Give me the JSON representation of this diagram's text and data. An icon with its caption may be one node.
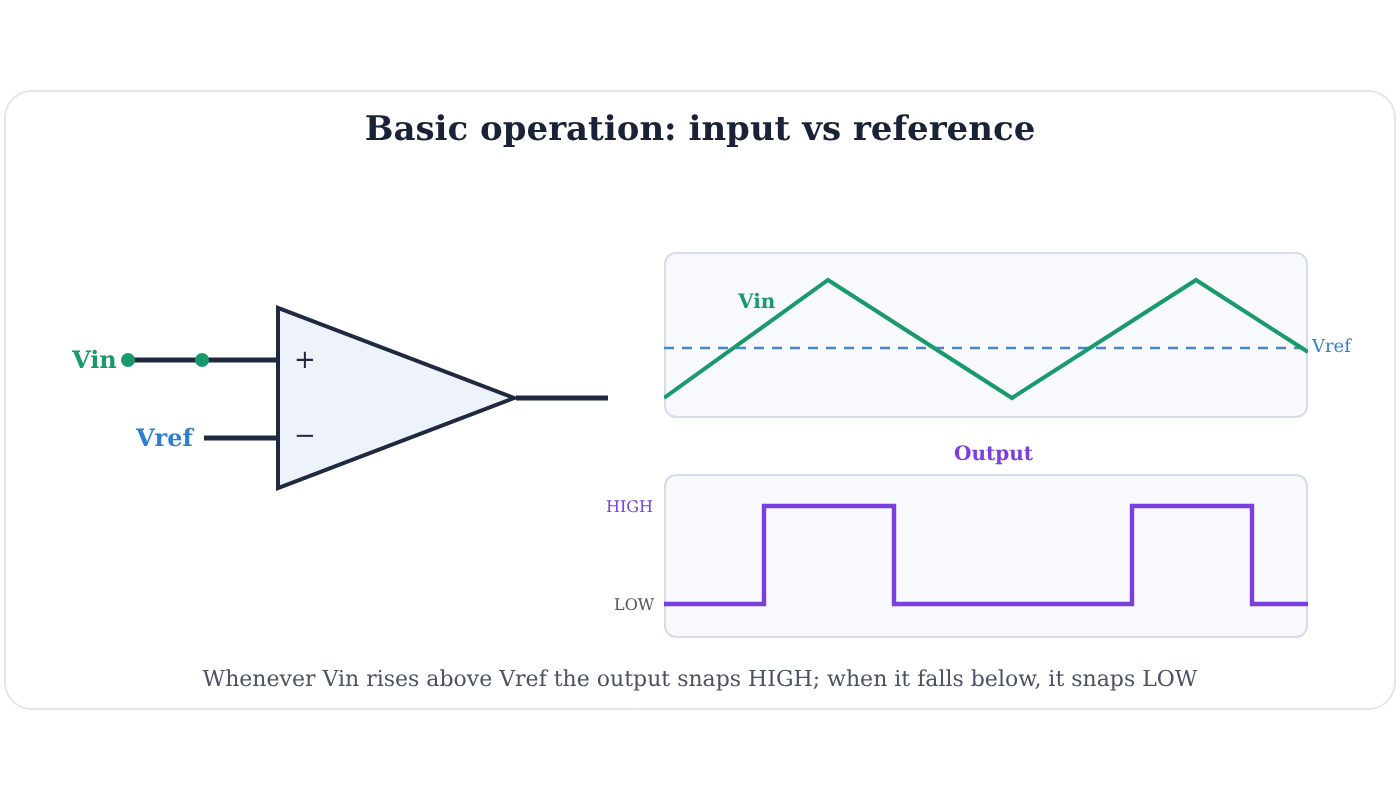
{
  "diagram": {
    "title": "Basic operation: input vs reference",
    "caption": "Whenever Vin rises above Vref the output snaps HIGH; when it falls below, it snaps LOW",
    "nodes": [
      {
        "text": [
          "Vin"
        ]
      },
      {
        "text": [
          "Vref"
        ]
      },
      {
        "text": [],
        "shape": "triangle"
      },
      {
        "text": [
          "Vin",
          "Vref"
        ]
      },
      {
        "text": [
          "Output",
          "HIGH",
          "LOW"
        ]
      }
    ],
    "edges": [
      {
        "from": 0,
        "to": 2,
        "arrow": "none"
      },
      {
        "from": 1,
        "to": 2,
        "arrow": "none"
      },
      {
        "from": 2,
        "to": null,
        "arrow": "none"
      }
    ],
    "labels": [
      "+",
      "−"
    ]
  }
}
